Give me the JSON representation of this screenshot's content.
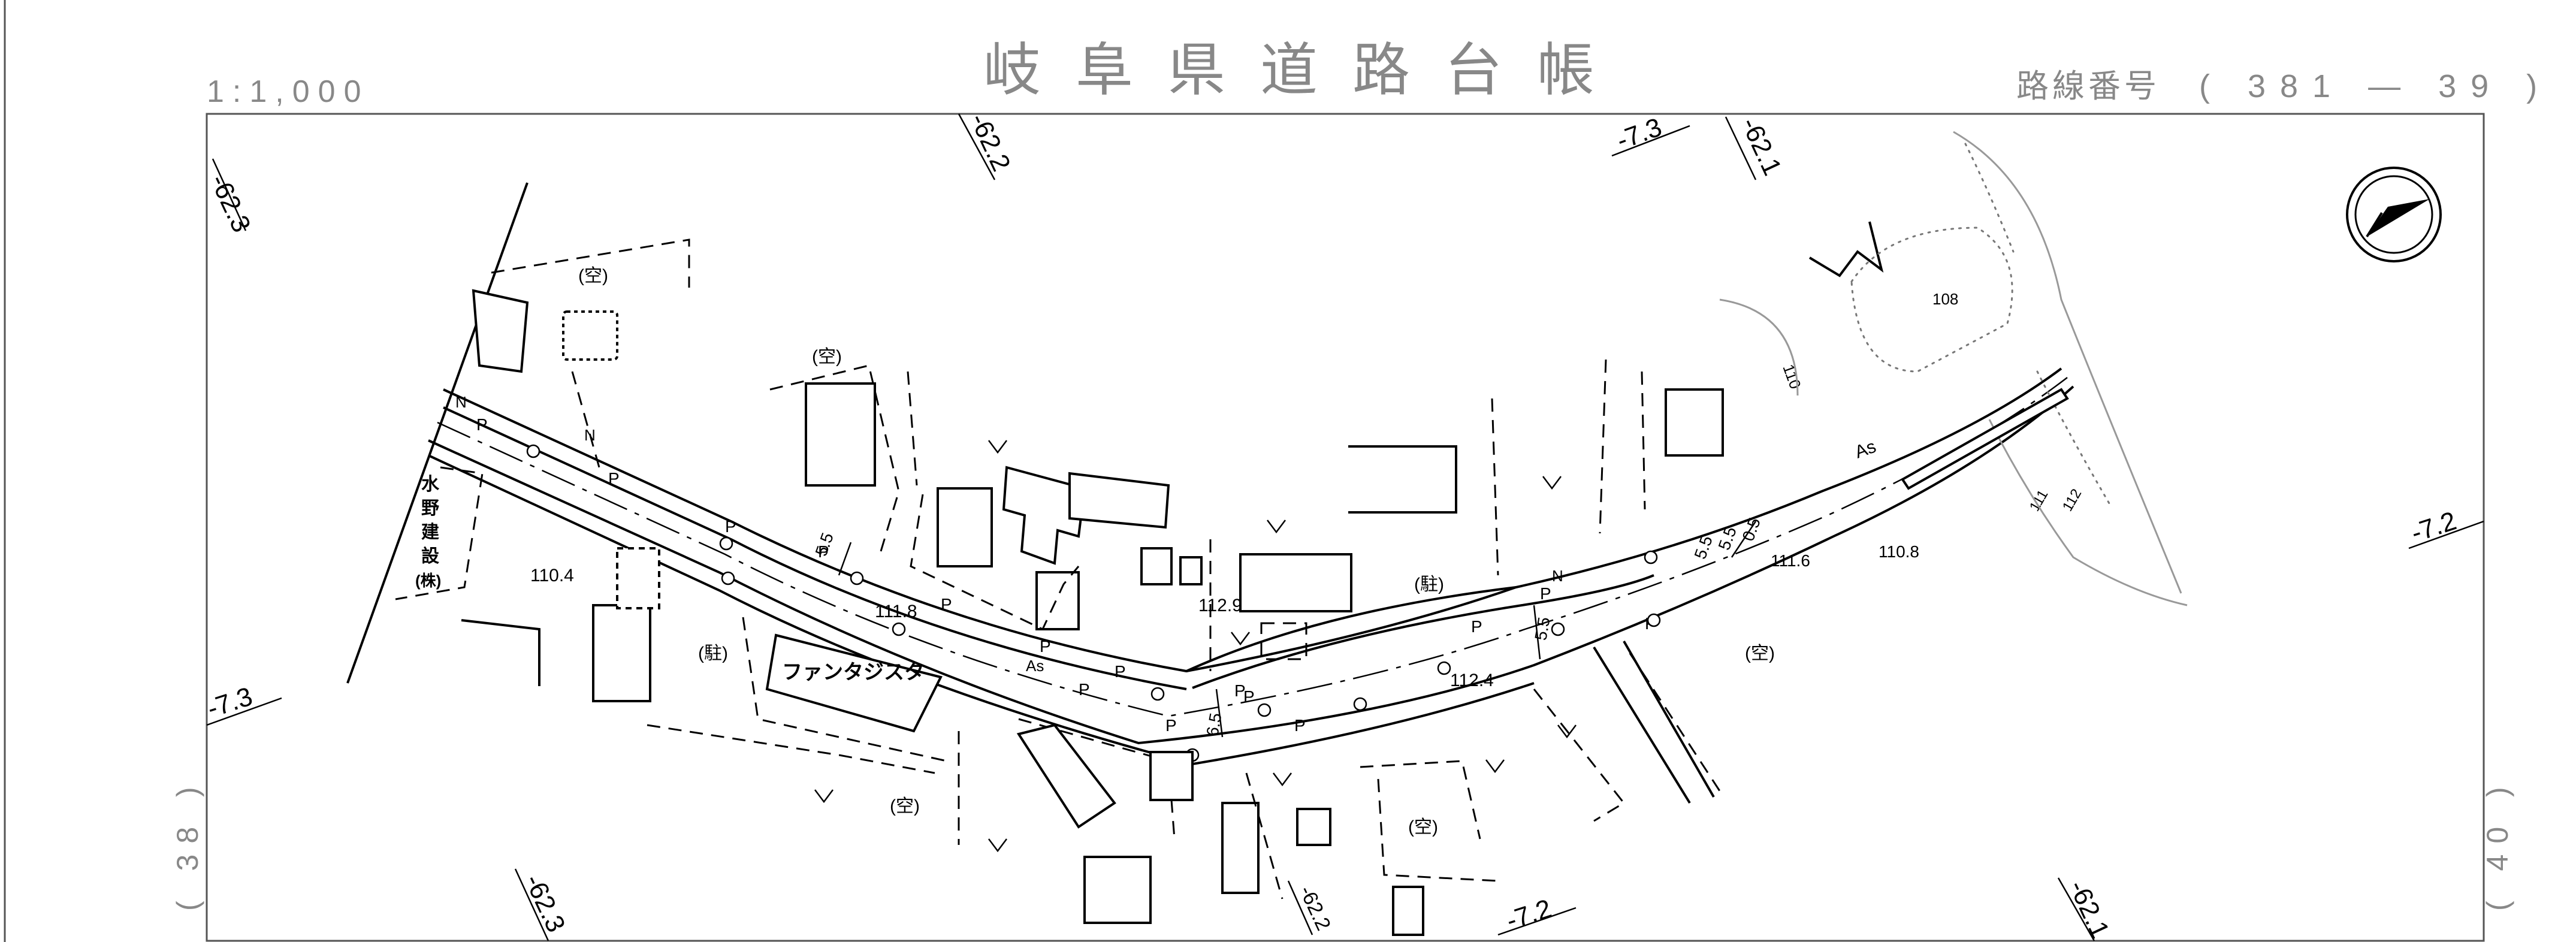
{
  "header": {
    "title": "岐阜県道路台帳",
    "scale": "1:1,000",
    "route_label": "路線番号",
    "route_number": "( 381 ― 39 )"
  },
  "adjacent_sheets": {
    "left": "( 38 )",
    "right": "( 40 )"
  },
  "grid_coordinates": {
    "top": [
      "-62.3",
      "-62.2",
      "-7.3",
      "-62.1"
    ],
    "left": "-7.3",
    "right": "-7.2",
    "bottom": [
      "-62.3",
      "-62.2",
      "-7.2",
      "-62.1"
    ]
  },
  "labels": {
    "company": [
      "水",
      "野",
      "建",
      "設",
      "(株)"
    ],
    "store": "ファンタジスタ",
    "vacant": "(空)",
    "parking": "(駐)",
    "pavement": "As"
  },
  "elevations": [
    "110.4",
    "111.8",
    "112.9",
    "112.4",
    "111.6",
    "110.8",
    "108",
    "110",
    "111",
    "112"
  ],
  "road_widths": [
    "5.5",
    "6.5",
    "5.5",
    "0.5",
    "5.5",
    "5.5"
  ],
  "markers": {
    "pole": "P",
    "manhole": "N"
  },
  "north_arrow": "north-arrow-icon"
}
